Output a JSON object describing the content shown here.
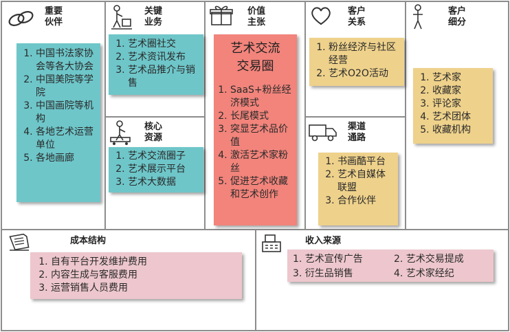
{
  "key_partners": {
    "title": "重要\n伙伴",
    "items": [
      "中国书法家协会等各大协会",
      "中国美院等学院",
      "中国画院等机构",
      "各地艺术运营单位",
      "各地画廊"
    ]
  },
  "key_activities": {
    "title": "关键\n业务",
    "items": [
      "艺术圈社交",
      "艺术资讯发布",
      "艺术品推介与销售"
    ]
  },
  "key_resources": {
    "title": "核心\n资源",
    "items": [
      "艺术交流圈子",
      "艺术展示平台",
      "艺术大数据"
    ]
  },
  "value_proposition": {
    "title": "价值\n主张",
    "heading": "艺术交流\n交易圈",
    "items": [
      "SaaS+粉丝经济模式",
      "长尾模式",
      "突显艺术品价值",
      "激活艺术家粉丝",
      "促进艺术收藏和艺术创作"
    ]
  },
  "customer_relationships": {
    "title": "客户\n关系",
    "items": [
      "粉丝经济与社区经营",
      "艺术O2O活动"
    ]
  },
  "channels": {
    "title": "渠道\n通路",
    "items": [
      "书画酷平台",
      "艺术自媒体联盟",
      "合作伙伴"
    ]
  },
  "customer_segments": {
    "title": "客户\n细分",
    "items": [
      "艺术家",
      "收藏家",
      "评论家",
      "艺术团体",
      "收藏机构"
    ]
  },
  "cost_structure": {
    "title": "成本结构",
    "items": [
      "自有平台开发维护费用",
      "内容生成与客服费用",
      "运营销售人员费用"
    ]
  },
  "revenue_streams": {
    "title": "收入来源",
    "items": [
      "1. 艺术宣传广告",
      "2. 艺术交易提成",
      "3. 衍生品销售",
      "4. 艺术家经纪"
    ]
  },
  "colors": {
    "teal": "#6ec6c9",
    "yellow": "#eed18b",
    "red": "#f2847b",
    "pink": "#edc7cd",
    "border": "#8c8c8c"
  },
  "icons": [
    "chain-link-icon",
    "worker-icon",
    "worker-cart-icon",
    "gift-icon",
    "heart-icon",
    "delivery-truck-icon",
    "person-icon",
    "receipt-icon",
    "cash-register-icon"
  ]
}
